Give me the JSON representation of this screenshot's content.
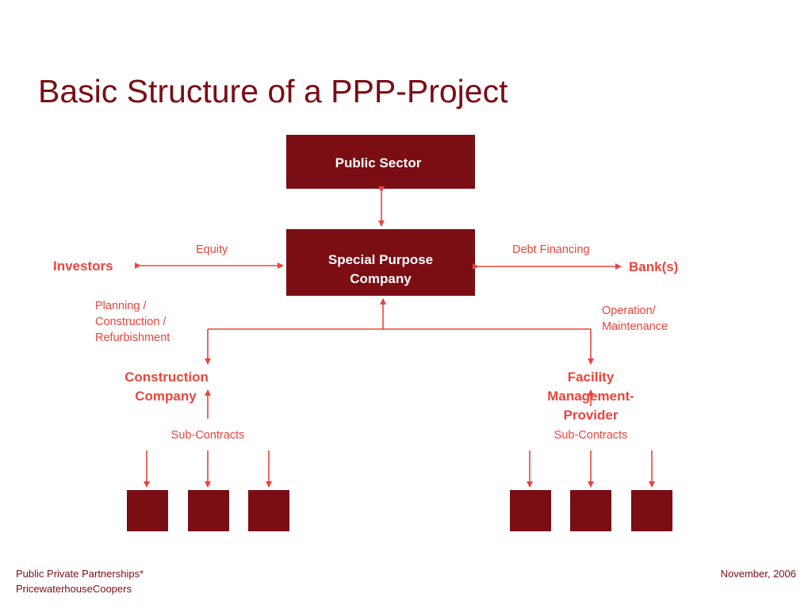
{
  "slide": {
    "title": "Basic Structure of a PPP-Project"
  },
  "diagram": {
    "public_sector": "Public Sector",
    "spc": [
      "Special Purpose",
      "Company"
    ],
    "investors": "Investors",
    "banks": "Bank(s)",
    "equity": "Equity",
    "debt_financing": "Debt Financing",
    "planning": [
      "Planning /",
      "Construction /",
      "Refurbishment"
    ],
    "operation": [
      "Operation/",
      "Maintenance"
    ],
    "construction_company": [
      "Construction",
      "Company"
    ],
    "facility_provider": [
      "Facility",
      "Management-",
      "Provider"
    ],
    "sub_contracts_left": "Sub-Contracts",
    "sub_contracts_right": "Sub-Contracts"
  },
  "footer": {
    "left_line1": "Public Private Partnerships*",
    "left_line2": "PricewaterhouseCoopers",
    "date": "November, 2006"
  },
  "colors": {
    "dark_red": "#7b0d14",
    "accent_red": "#e8453c"
  }
}
